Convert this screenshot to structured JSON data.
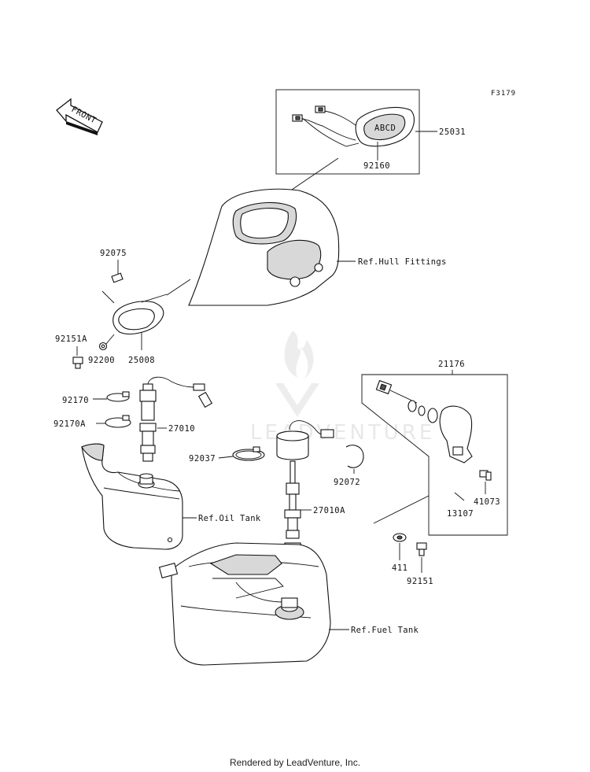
{
  "figure_code": "F3179",
  "front_label": "FRONT",
  "watermark": "LEADVENTURE",
  "footer": "Rendered by LeadVenture, Inc.",
  "part_labels": {
    "p25031": "25031",
    "p92160": "92160",
    "p92075": "92075",
    "p92151A": "92151A",
    "p92200": "92200",
    "p25008": "25008",
    "p92170": "92170",
    "p92170A": "92170A",
    "p27010": "27010",
    "p92037": "92037",
    "p92072": "92072",
    "p27010A": "27010A",
    "p21176": "21176",
    "p41073": "41073",
    "p13107": "13107",
    "p411": "411",
    "p92151": "92151"
  },
  "ref_labels": {
    "hull": "Ref.Hull Fittings",
    "oil": "Ref.Oil Tank",
    "fuel": "Ref.Fuel Tank"
  }
}
